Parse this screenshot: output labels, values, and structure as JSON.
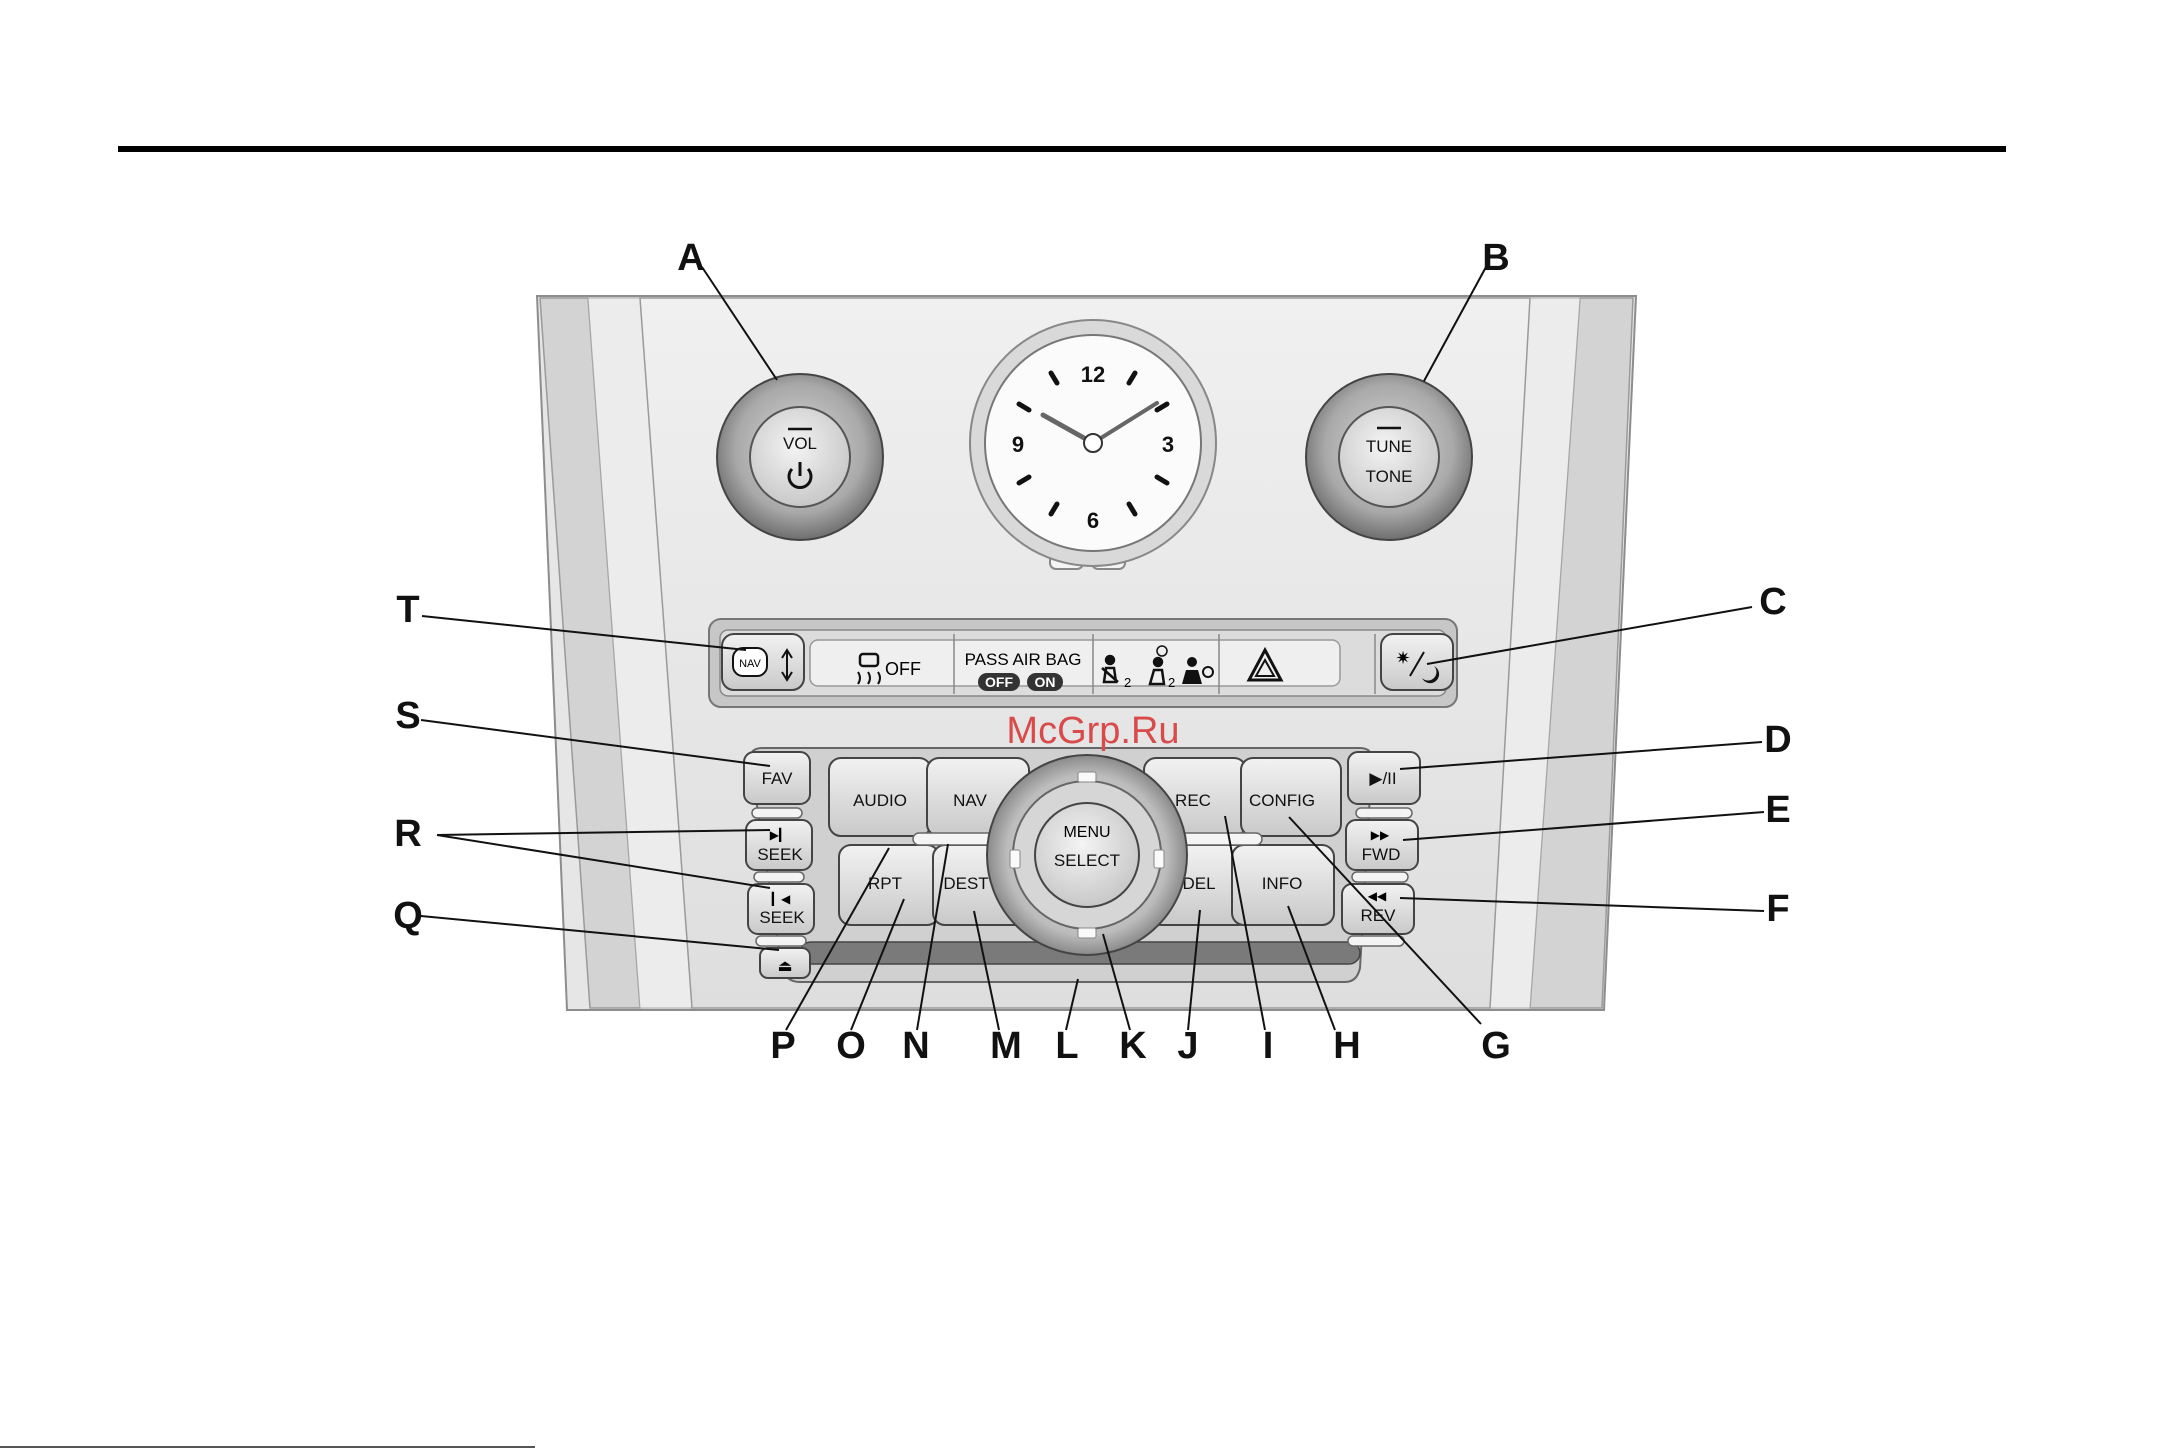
{
  "watermark": "McGrp.Ru",
  "footer_text": "",
  "controls": {
    "vol": "VOL",
    "tune": "TUNE",
    "tone": "TONE",
    "off": "OFF",
    "pass_air_bag": "PASS AIR BAG",
    "off_badge": "OFF",
    "on_badge": "ON",
    "nav_small": "NAV",
    "fav": "FAV",
    "seek": "SEEK",
    "audio": "AUDIO",
    "nav": "NAV",
    "rec": "REC",
    "config": "CONFIG",
    "rpt": "RPT",
    "dest": "DEST",
    "del": "DEL",
    "info": "INFO",
    "menu": "MENU",
    "select": "SELECT",
    "fwd": "FWD",
    "rev": "REV",
    "play_pause": "▶/II",
    "eject": "⏏"
  },
  "clock_numbers": [
    "12",
    "3",
    "6",
    "9"
  ],
  "callouts": {
    "A": "A",
    "B": "B",
    "C": "C",
    "D": "D",
    "E": "E",
    "F": "F",
    "G": "G",
    "H": "H",
    "I": "I",
    "J": "J",
    "K": "K",
    "L": "L",
    "M": "M",
    "N": "N",
    "O": "O",
    "P": "P",
    "Q": "Q",
    "R": "R",
    "S": "S",
    "T": "T"
  }
}
